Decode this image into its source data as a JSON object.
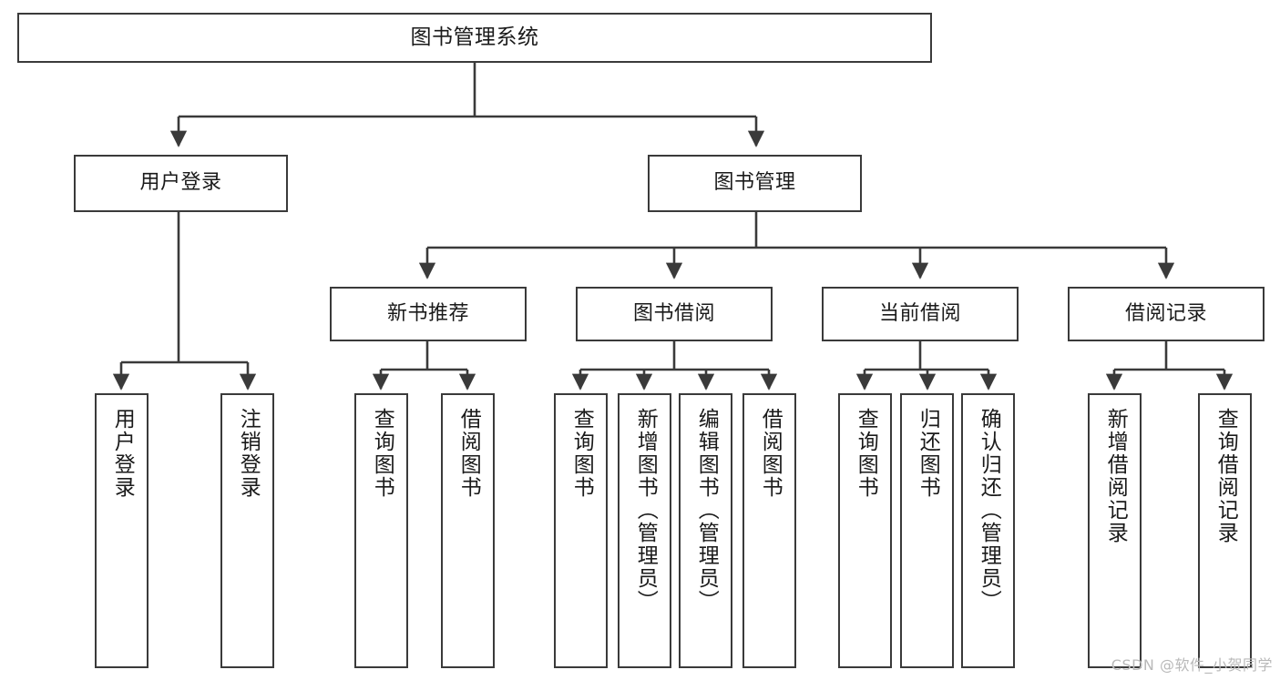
{
  "diagram": {
    "title": "图书管理系统",
    "type": "tree-hierarchy-diagram",
    "watermark": "CSDN @软件_小贺同学",
    "colors": {
      "box_border": "#3a3a3a",
      "box_fill": "#ffffff",
      "connector": "#3a3a3a",
      "text": "#1a1a1a",
      "watermark": "#b9b9b9",
      "background": "#ffffff"
    },
    "root": {
      "label": "图书管理系统"
    },
    "level2": [
      {
        "label": "用户登录"
      },
      {
        "label": "图书管理"
      }
    ],
    "level3": [
      {
        "label": "新书推荐"
      },
      {
        "label": "图书借阅"
      },
      {
        "label": "当前借阅"
      },
      {
        "label": "借阅记录"
      }
    ],
    "leaves": {
      "user_login": [
        {
          "label": "用户登录"
        },
        {
          "label": "注销登录"
        }
      ],
      "new_book_recommend": [
        {
          "label": "查询图书"
        },
        {
          "label": "借阅图书"
        }
      ],
      "book_borrow": [
        {
          "label": "查询图书"
        },
        {
          "label": "新增图书（管理员）"
        },
        {
          "label": "编辑图书（管理员）"
        },
        {
          "label": "借阅图书"
        }
      ],
      "current_borrow": [
        {
          "label": "查询图书"
        },
        {
          "label": "归还图书"
        },
        {
          "label": "确认归还（管理员）"
        }
      ],
      "borrow_record": [
        {
          "label": "新增借阅记录"
        },
        {
          "label": "查询借阅记录"
        }
      ]
    }
  }
}
